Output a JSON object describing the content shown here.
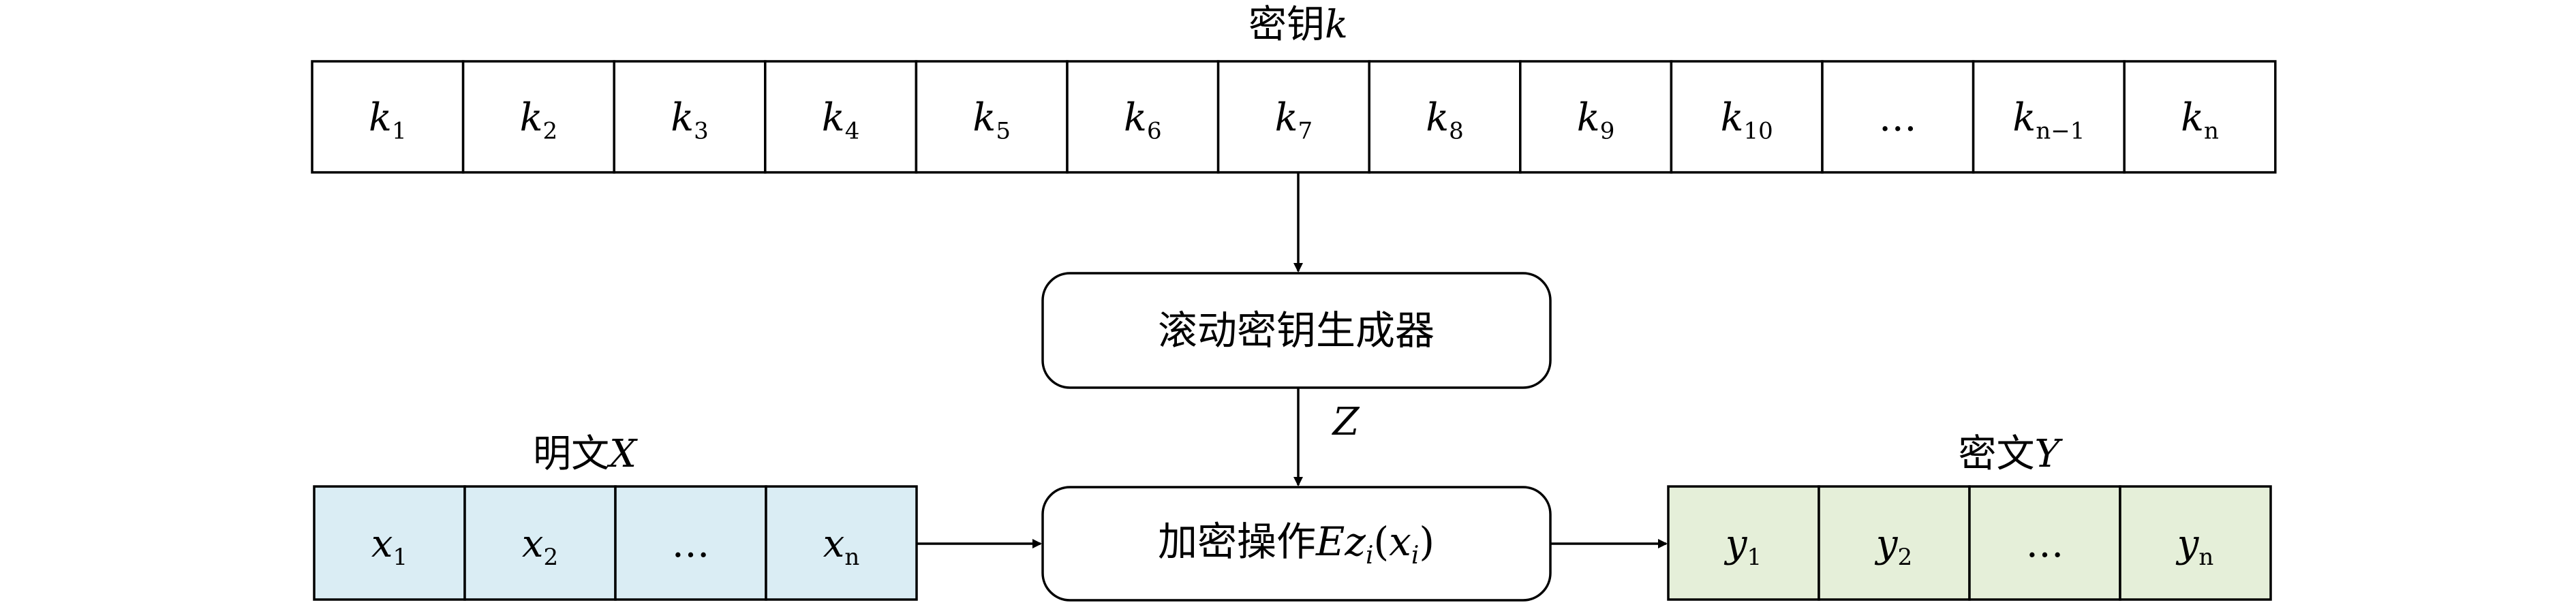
{
  "key": {
    "title_prefix": "密钥",
    "title_var": "k",
    "cells": [
      {
        "base": "k",
        "sub": "1"
      },
      {
        "base": "k",
        "sub": "2"
      },
      {
        "base": "k",
        "sub": "3"
      },
      {
        "base": "k",
        "sub": "4"
      },
      {
        "base": "k",
        "sub": "5"
      },
      {
        "base": "k",
        "sub": "6"
      },
      {
        "base": "k",
        "sub": "7"
      },
      {
        "base": "k",
        "sub": "8"
      },
      {
        "base": "k",
        "sub": "9"
      },
      {
        "base": "k",
        "sub": "10"
      },
      {
        "base": "…",
        "sub": ""
      },
      {
        "base": "k",
        "sub": "n−1"
      },
      {
        "base": "k",
        "sub": "n"
      }
    ]
  },
  "generator": {
    "label": "滚动密钥生成器"
  },
  "z_label": "Z",
  "encrypt": {
    "label_prefix": "加密操作",
    "E": "E",
    "z": "z",
    "z_sub": "i",
    "open": "(",
    "x": "x",
    "x_sub": "i",
    "close": ")"
  },
  "plaintext": {
    "title_prefix": "明文",
    "title_var": "X",
    "fill": "#daedf4",
    "cells": [
      {
        "base": "x",
        "sub": "1"
      },
      {
        "base": "x",
        "sub": "2"
      },
      {
        "base": "…",
        "sub": ""
      },
      {
        "base": "x",
        "sub": "n"
      }
    ]
  },
  "ciphertext": {
    "title_prefix": "密文",
    "title_var": "Y",
    "fill": "#e5efd9",
    "cells": [
      {
        "base": "y",
        "sub": "1"
      },
      {
        "base": "y",
        "sub": "2"
      },
      {
        "base": "…",
        "sub": ""
      },
      {
        "base": "y",
        "sub": "n"
      }
    ]
  }
}
